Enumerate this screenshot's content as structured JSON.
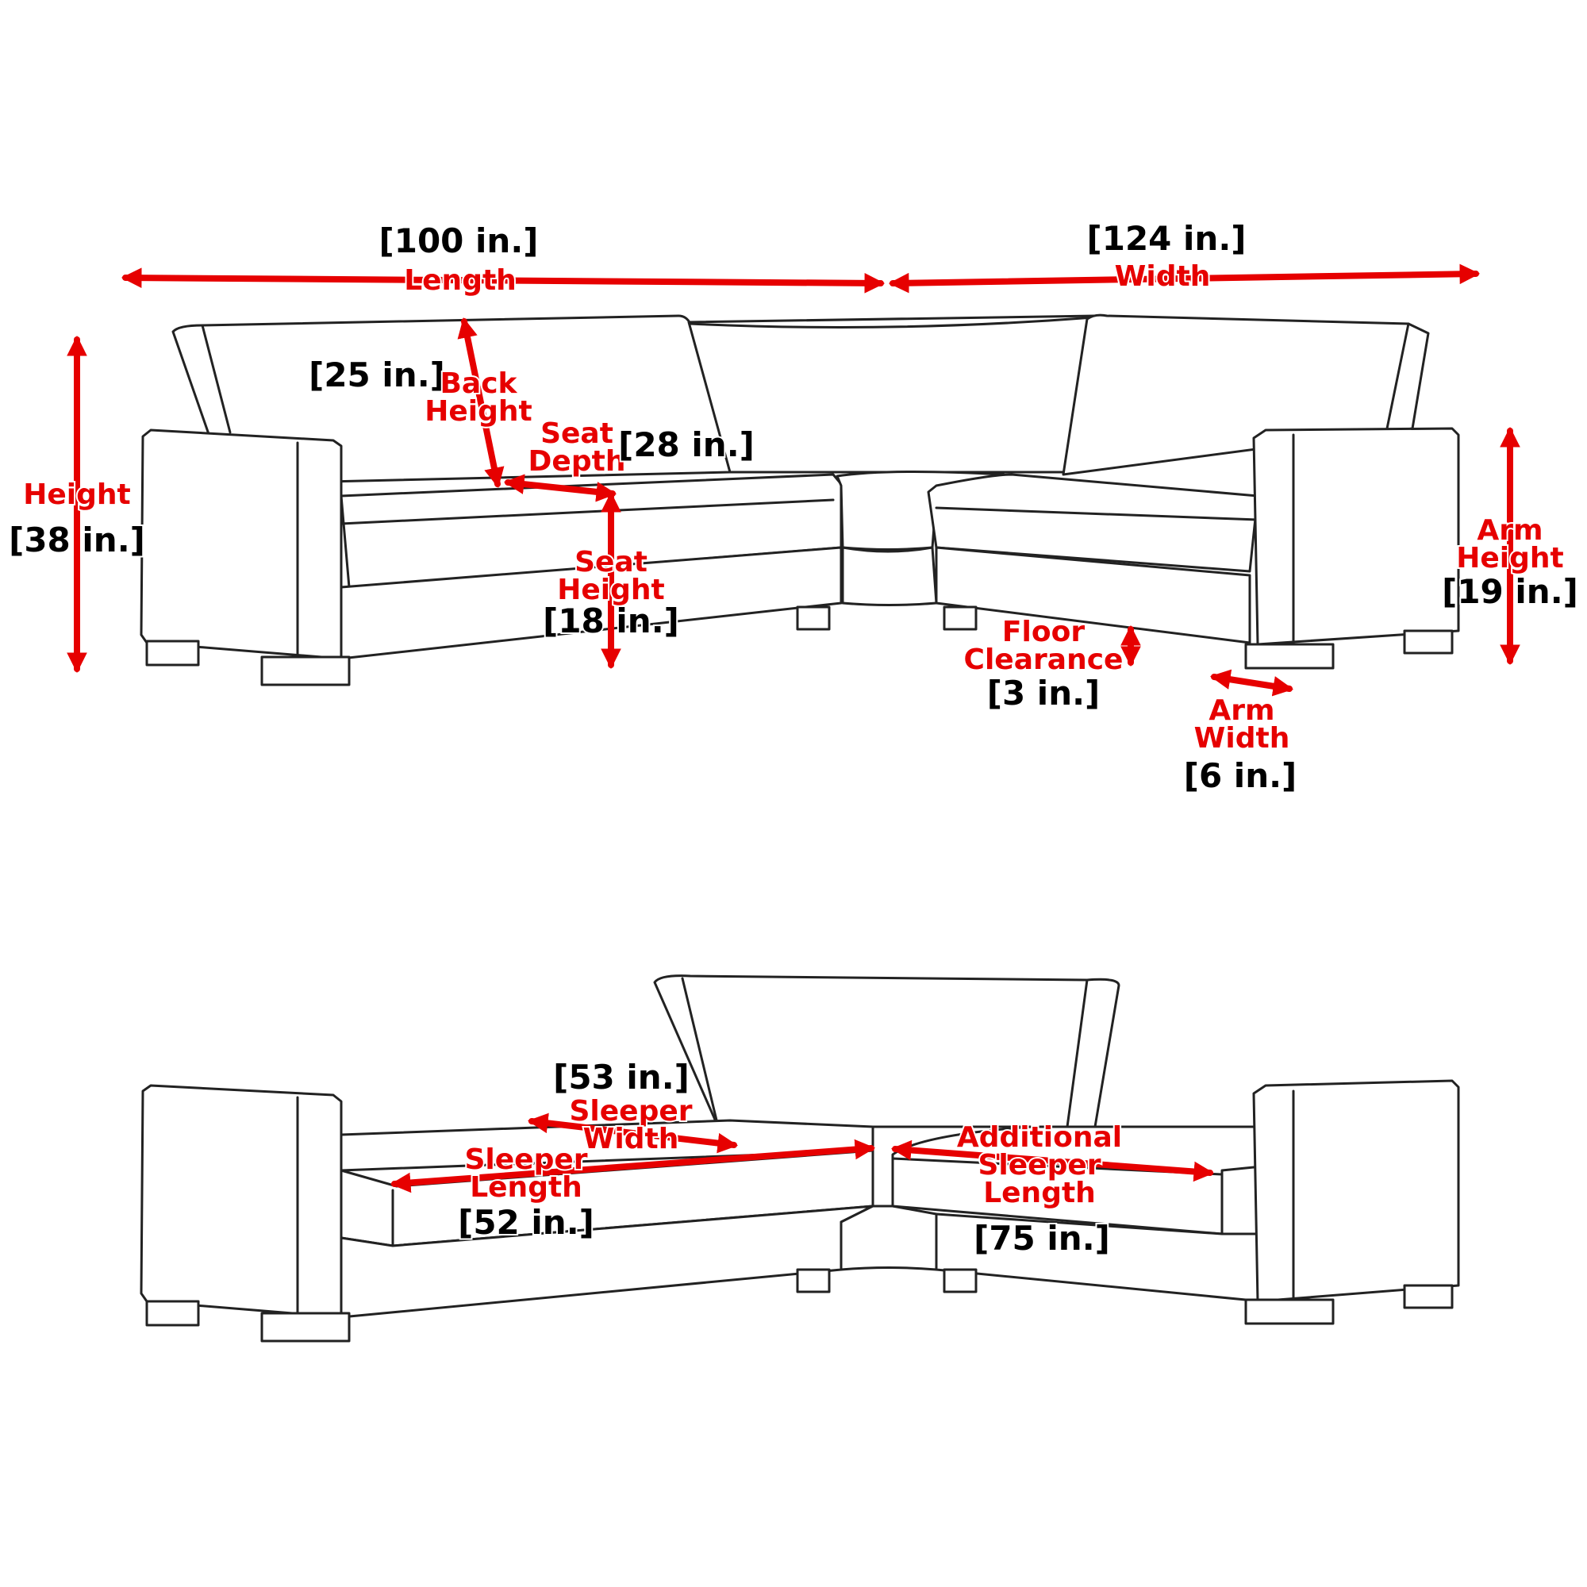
{
  "colors": {
    "annotation": "#e60000",
    "outline": "#222222",
    "value_text": "#000000",
    "background": "#ffffff"
  },
  "top_view": {
    "length": {
      "label": "Length",
      "value": "[100 in.]"
    },
    "width": {
      "label": "Width",
      "value": "[124 in.]"
    },
    "height": {
      "label": "Height",
      "value": "[38 in.]"
    },
    "back_height": {
      "label_line1": "Back",
      "label_line2": "Height",
      "value": "[25 in.]"
    },
    "seat_depth": {
      "label_line1": "Seat",
      "label_line2": "Depth",
      "value": "[28 in.]"
    },
    "seat_height": {
      "label_line1": "Seat",
      "label_line2": "Height",
      "value": "[18 in.]"
    },
    "floor_clearance": {
      "label_line1": "Floor",
      "label_line2": "Clearance",
      "value": "[3 in.]"
    },
    "arm_width": {
      "label_line1": "Arm",
      "label_line2": "Width",
      "value": "[6 in.]"
    },
    "arm_height": {
      "label_line1": "Arm",
      "label_line2": "Height",
      "value": "[19 in.]"
    }
  },
  "bottom_view": {
    "sleeper_width": {
      "label_line1": "Sleeper",
      "label_line2": "Width",
      "value": "[53 in.]"
    },
    "sleeper_length": {
      "label_line1": "Sleeper",
      "label_line2": "Length",
      "value": "[52 in.]"
    },
    "additional_sleeper_length": {
      "label_line1": "Additional",
      "label_line2": "Sleeper",
      "label_line3": "Length",
      "value": "[75 in.]"
    }
  }
}
